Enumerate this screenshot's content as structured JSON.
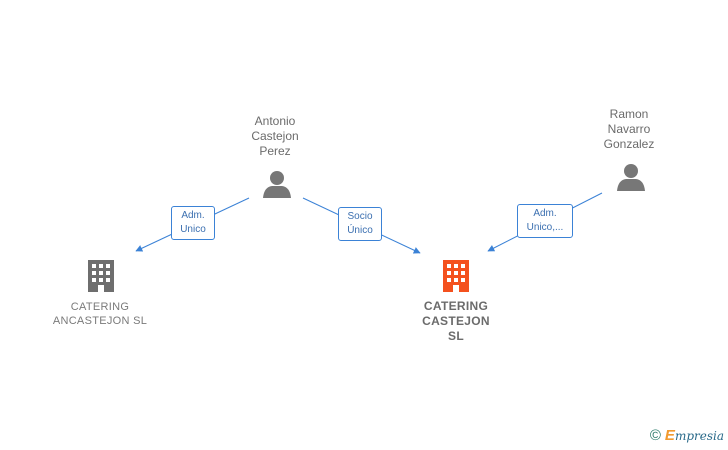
{
  "persons": [
    {
      "id": "antonio",
      "name_lines": [
        "Antonio",
        "Castejon",
        "Perez"
      ]
    },
    {
      "id": "ramon",
      "name_lines": [
        "Ramon",
        "Navarro",
        "Gonzalez"
      ]
    }
  ],
  "companies": [
    {
      "id": "catering-ancastejon",
      "name_lines": [
        "CATERING",
        "ANCASTEJON SL"
      ],
      "color": "#6e6e6e"
    },
    {
      "id": "catering-castejon",
      "name_lines": [
        "CATERING",
        "CASTEJON",
        "SL"
      ],
      "color": "#f4511e"
    }
  ],
  "relations": [
    {
      "from": "antonio",
      "to": "catering-ancastejon",
      "label_lines": [
        "Adm.",
        "Unico"
      ]
    },
    {
      "from": "antonio",
      "to": "catering-castejon",
      "label_lines": [
        "Socio",
        "Único"
      ]
    },
    {
      "from": "ramon",
      "to": "catering-castejon",
      "label_lines": [
        "Adm.",
        "Unico,..."
      ]
    }
  ],
  "colors": {
    "edge": "#3b82d6",
    "person_icon": "#777777"
  },
  "footer": {
    "copyright_symbol": "©",
    "brand_initial": "E",
    "brand_rest": "mpresia"
  }
}
